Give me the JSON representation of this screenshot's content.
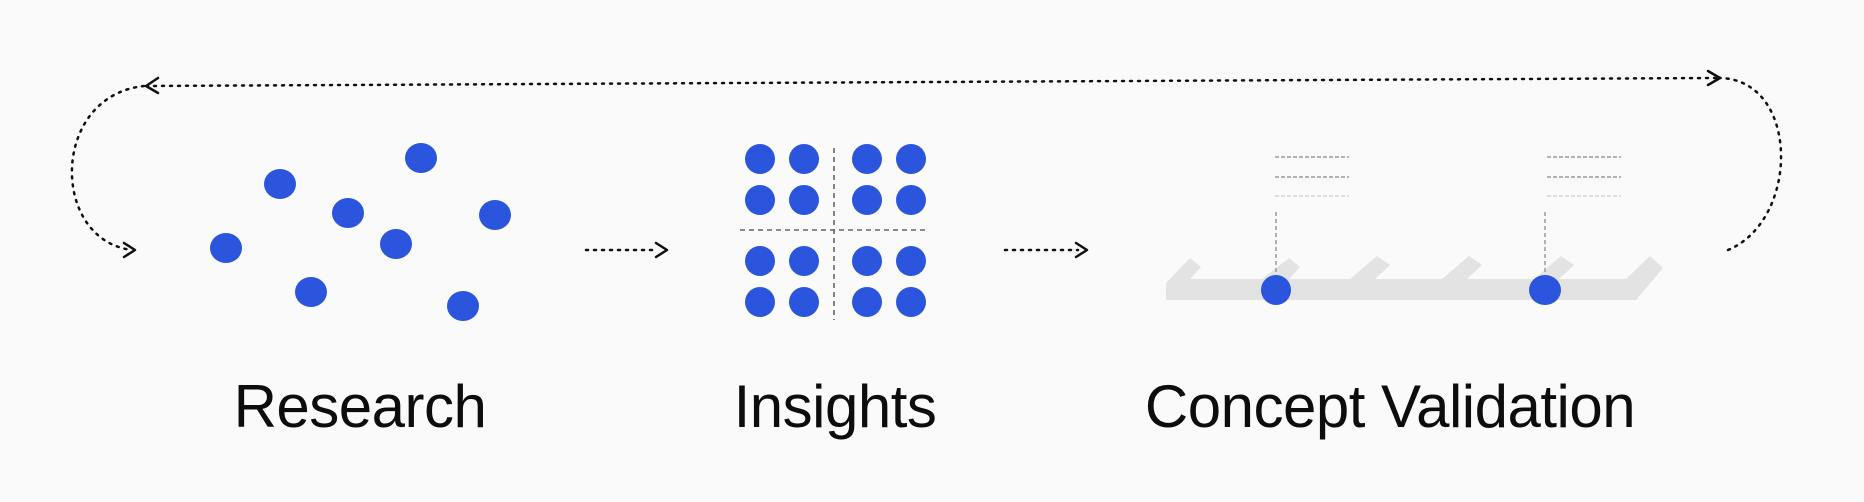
{
  "colors": {
    "background": "#fafafa",
    "dot": "#2b55dd",
    "connector": "#111111",
    "grid_divider": "#666666",
    "timeline_bar": "#e3e3e3",
    "placeholder_line": "#9a9a9a"
  },
  "stages": [
    {
      "id": "research",
      "label": "Research",
      "icon": "scattered-dots-icon"
    },
    {
      "id": "insights",
      "label": "Insights",
      "icon": "clustered-quadrant-dots-icon"
    },
    {
      "id": "concept_validation",
      "label": "Concept Validation",
      "icon": "timeline-checkpoints-icon"
    }
  ],
  "connectors": [
    {
      "from": "research",
      "to": "insights",
      "style": "dotted-arrow"
    },
    {
      "from": "insights",
      "to": "concept_validation",
      "style": "dotted-arrow"
    },
    {
      "from": "concept_validation",
      "to": "research",
      "style": "dotted-loop-arrow"
    }
  ]
}
